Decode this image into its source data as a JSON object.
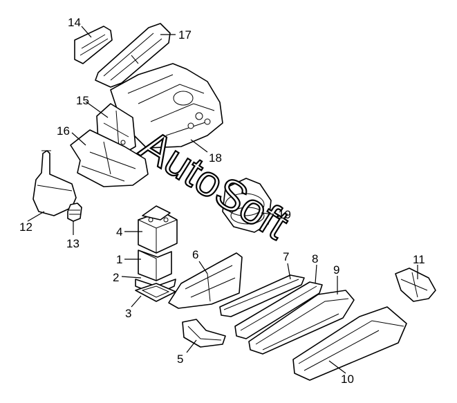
{
  "watermark": "AutoSoft",
  "callouts": [
    "1",
    "2",
    "3",
    "4",
    "5",
    "6",
    "7",
    "8",
    "9",
    "10",
    "11",
    "12",
    "13",
    "14",
    "15",
    "16",
    "17",
    "18",
    "19"
  ]
}
